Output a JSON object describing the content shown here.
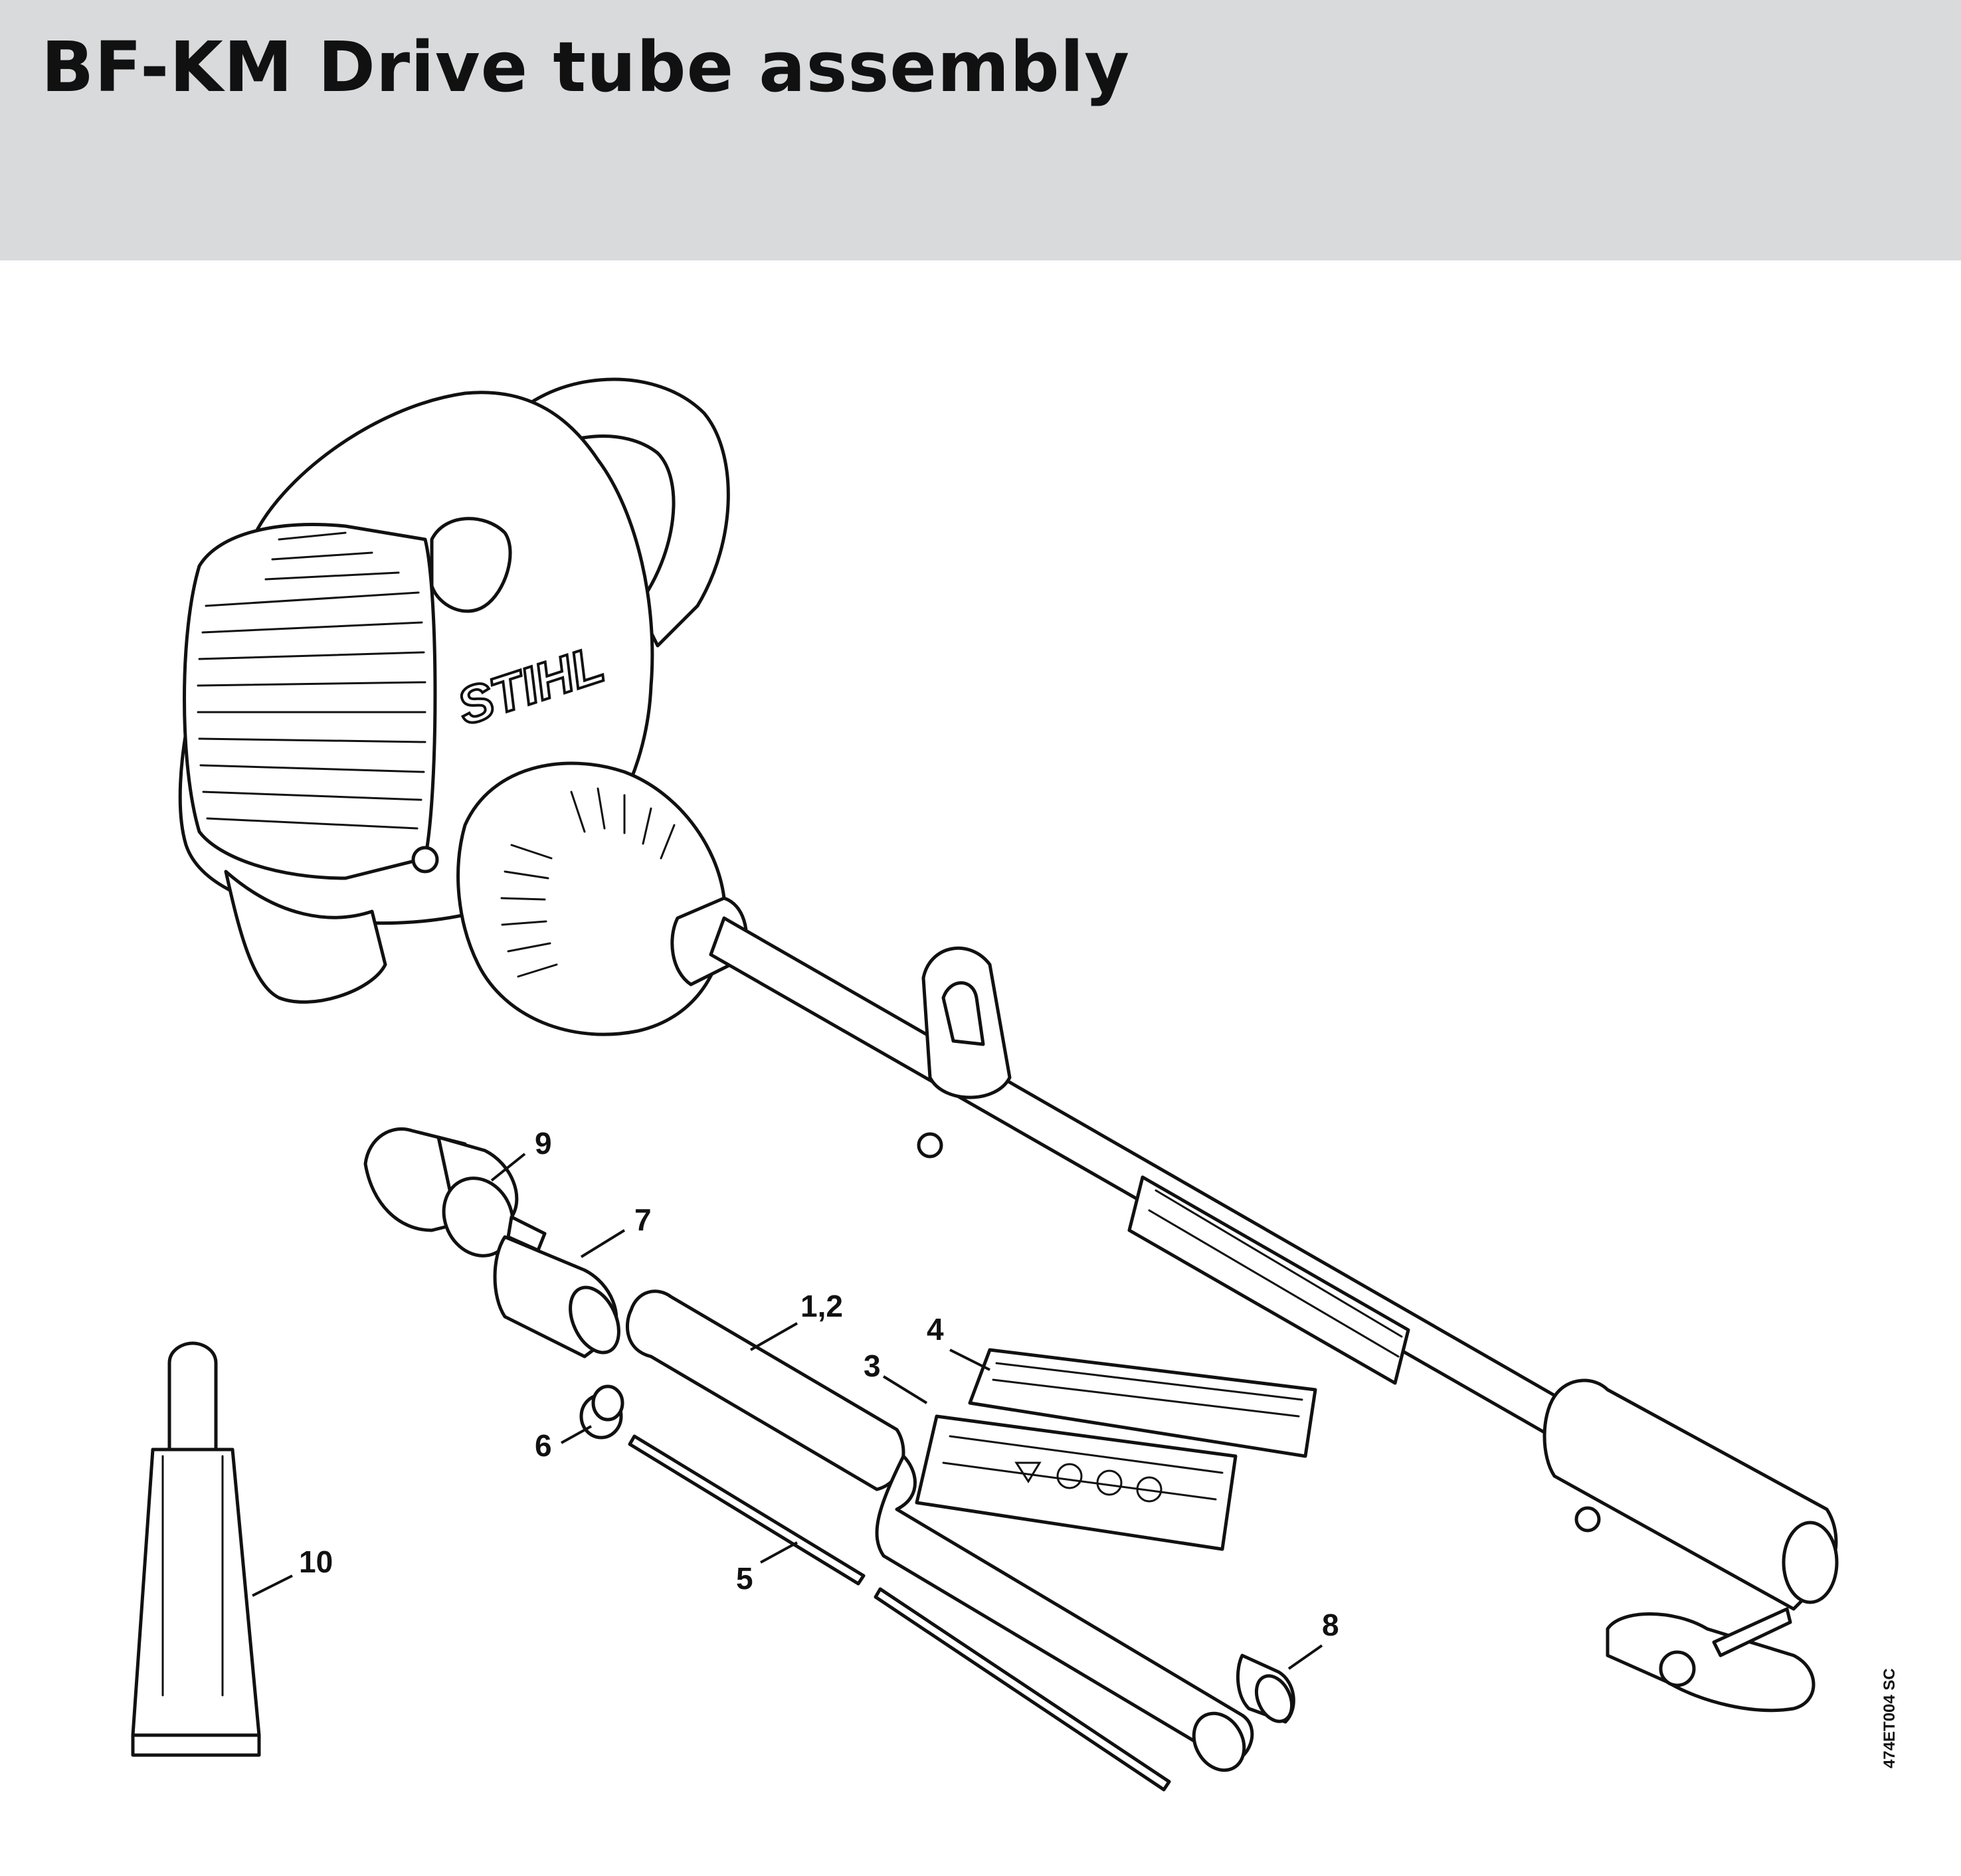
{
  "title": "BF-KM Drive tube assembly",
  "diagram_code": "474ET004 SC",
  "brand_logo_text": "STIHL",
  "callouts": [
    "9",
    "7",
    "1,2",
    "4",
    "3",
    "6",
    "5",
    "10",
    "8"
  ]
}
